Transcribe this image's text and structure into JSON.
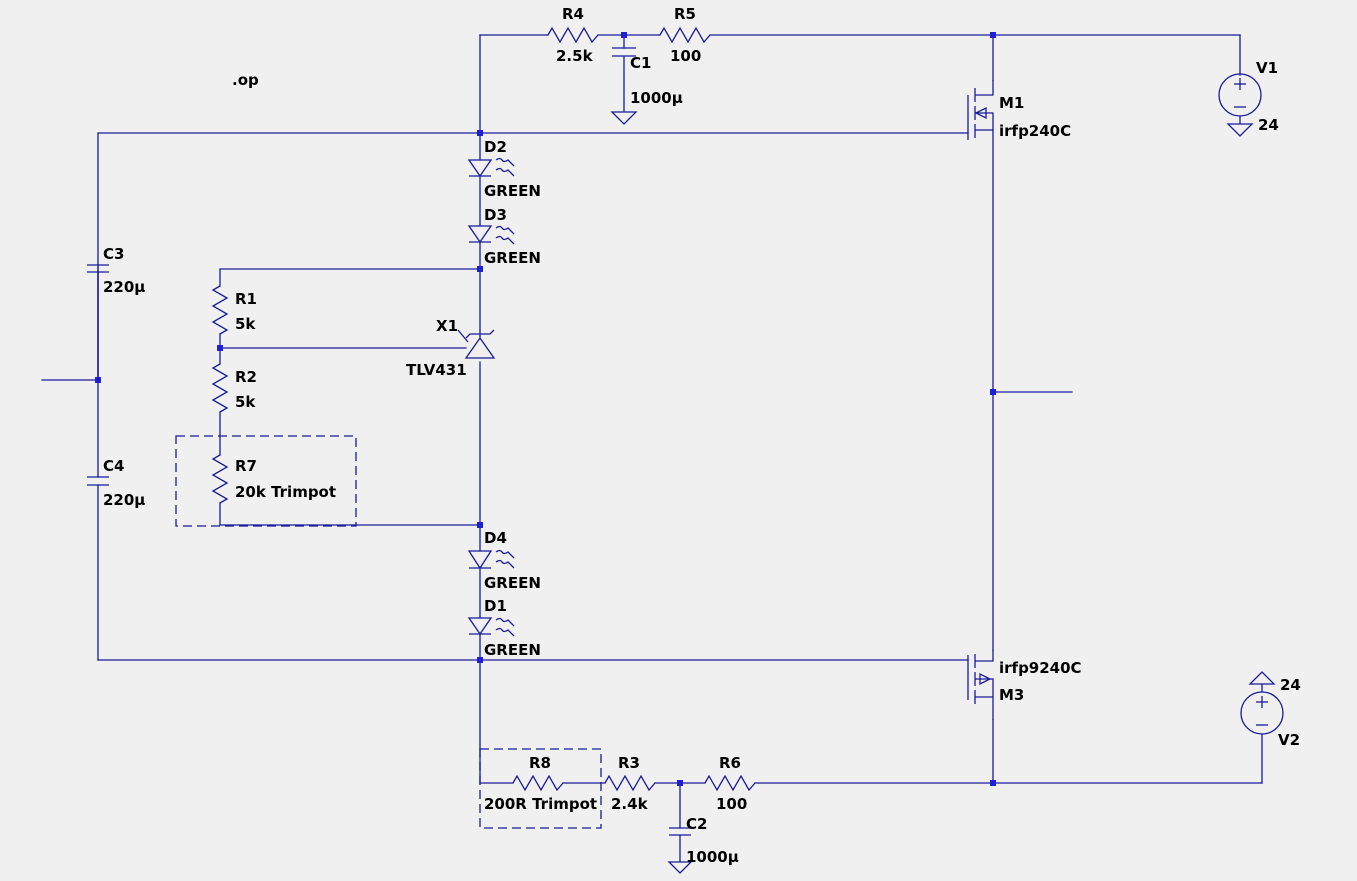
{
  "directive": ".op",
  "components": {
    "R4": {
      "name": "R4",
      "value": "2.5k"
    },
    "R5": {
      "name": "R5",
      "value": "100"
    },
    "C1": {
      "name": "C1",
      "value": "1000µ"
    },
    "V1": {
      "name": "V1",
      "value": "24"
    },
    "M1": {
      "name": "M1",
      "value": "irfp240C"
    },
    "D2": {
      "name": "D2",
      "value": "GREEN"
    },
    "D3": {
      "name": "D3",
      "value": "GREEN"
    },
    "C3": {
      "name": "C3",
      "value": "220µ"
    },
    "R1": {
      "name": "R1",
      "value": "5k"
    },
    "X1": {
      "name": "X1",
      "value": "TLV431"
    },
    "R2": {
      "name": "R2",
      "value": "5k"
    },
    "R7": {
      "name": "R7",
      "value": "20k Trimpot"
    },
    "C4": {
      "name": "C4",
      "value": "220µ"
    },
    "D4": {
      "name": "D4",
      "value": "GREEN"
    },
    "D1": {
      "name": "D1",
      "value": "GREEN"
    },
    "M3": {
      "name": "M3",
      "value": "irfp9240C"
    },
    "V2": {
      "name": "V2",
      "value": "24"
    },
    "R8": {
      "name": "R8",
      "value": "200R Trimpot"
    },
    "R3": {
      "name": "R3",
      "value": "2.4k"
    },
    "R6": {
      "name": "R6",
      "value": "100"
    },
    "C2": {
      "name": "C2",
      "value": "1000µ"
    }
  },
  "colors": {
    "wire": "#1a1a9a",
    "junction": "#1f1fd8",
    "background": "#f0f0f0",
    "text": "#000000"
  }
}
